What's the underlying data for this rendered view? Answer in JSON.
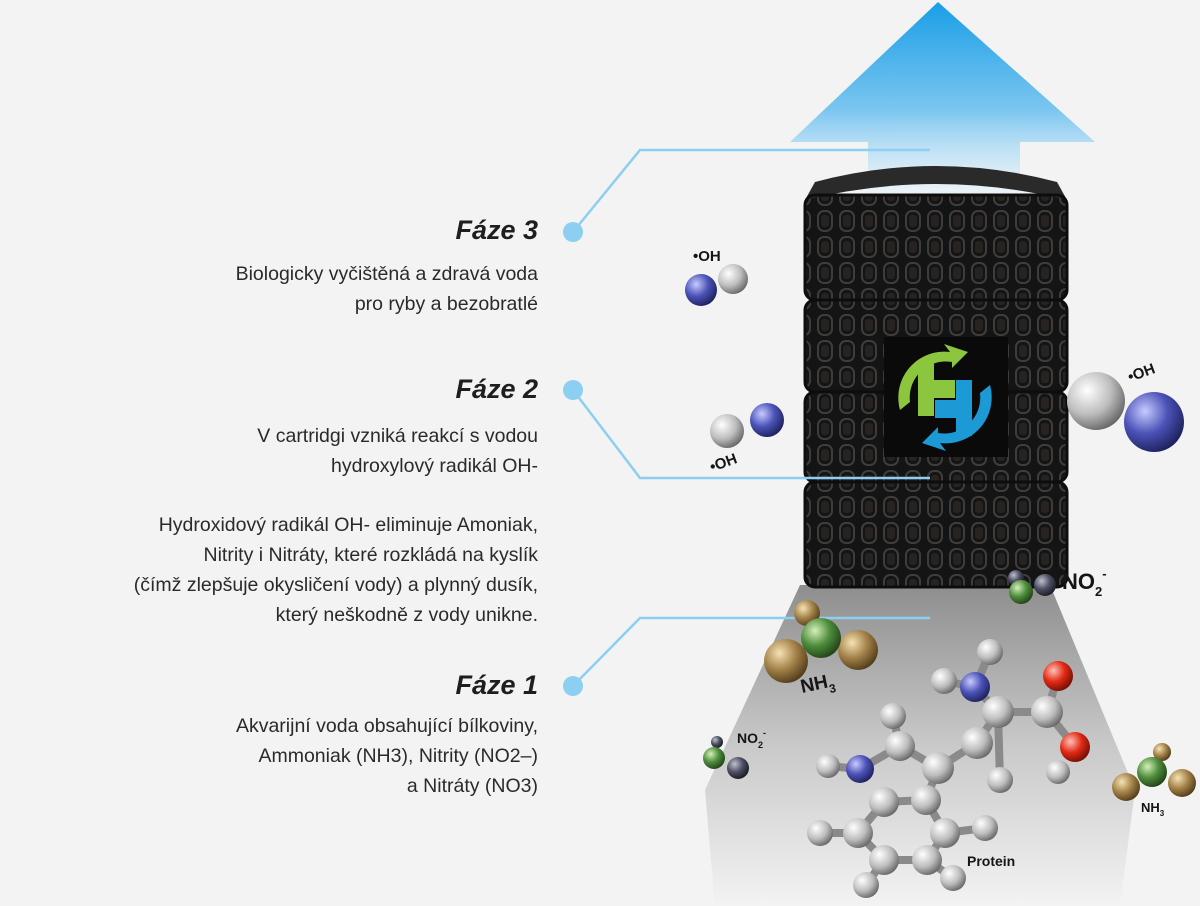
{
  "phases": [
    {
      "title": "Fáze 3",
      "lines": [
        "Biologicky vyčištěná a zdravá voda",
        "pro ryby a bezobratlé"
      ]
    },
    {
      "title": "Fáze 2",
      "lines": [
        "V cartridgi vzniká reakcí s vodou",
        "hydroxylový radikál OH-"
      ],
      "extra_lines": [
        "Hydroxidový radikál OH- eliminuje Amoniak,",
        "Nitrity i Nitráty, které rozkládá na kyslík",
        "(čímž zlepšuje okysličení vody) a plynný dusík,",
        "který neškodně z vody unikne."
      ]
    },
    {
      "title": "Fáze 1",
      "lines": [
        "Akvarijní voda obsahující bílkoviny,",
        "Ammoniak (NH3), Nitrity (NO2–)",
        "a Nitráty (NO3)"
      ]
    }
  ],
  "molecule_labels": {
    "oh_left_top": "•OH",
    "oh_left_mid": "•OH",
    "oh_right": "•OH",
    "no2_big_base": "NO",
    "no2_big_sub": "2",
    "no2_big_sup": "-",
    "nh3_big_base": "NH",
    "nh3_big_sub": "3",
    "no2_small_base": "NO",
    "no2_small_sub": "2",
    "no2_small_sup": "-",
    "nh3_small_base": "NH",
    "nh3_small_sub": "3",
    "protein": "Protein"
  },
  "colors": {
    "connector": "#8dcff0",
    "arrow_top": "#1a9ee6",
    "arrow_bottom": "#eaf6fd",
    "cartridge": "#161616",
    "logo_green": "#8cc63f",
    "logo_blue": "#1b9ad6"
  }
}
